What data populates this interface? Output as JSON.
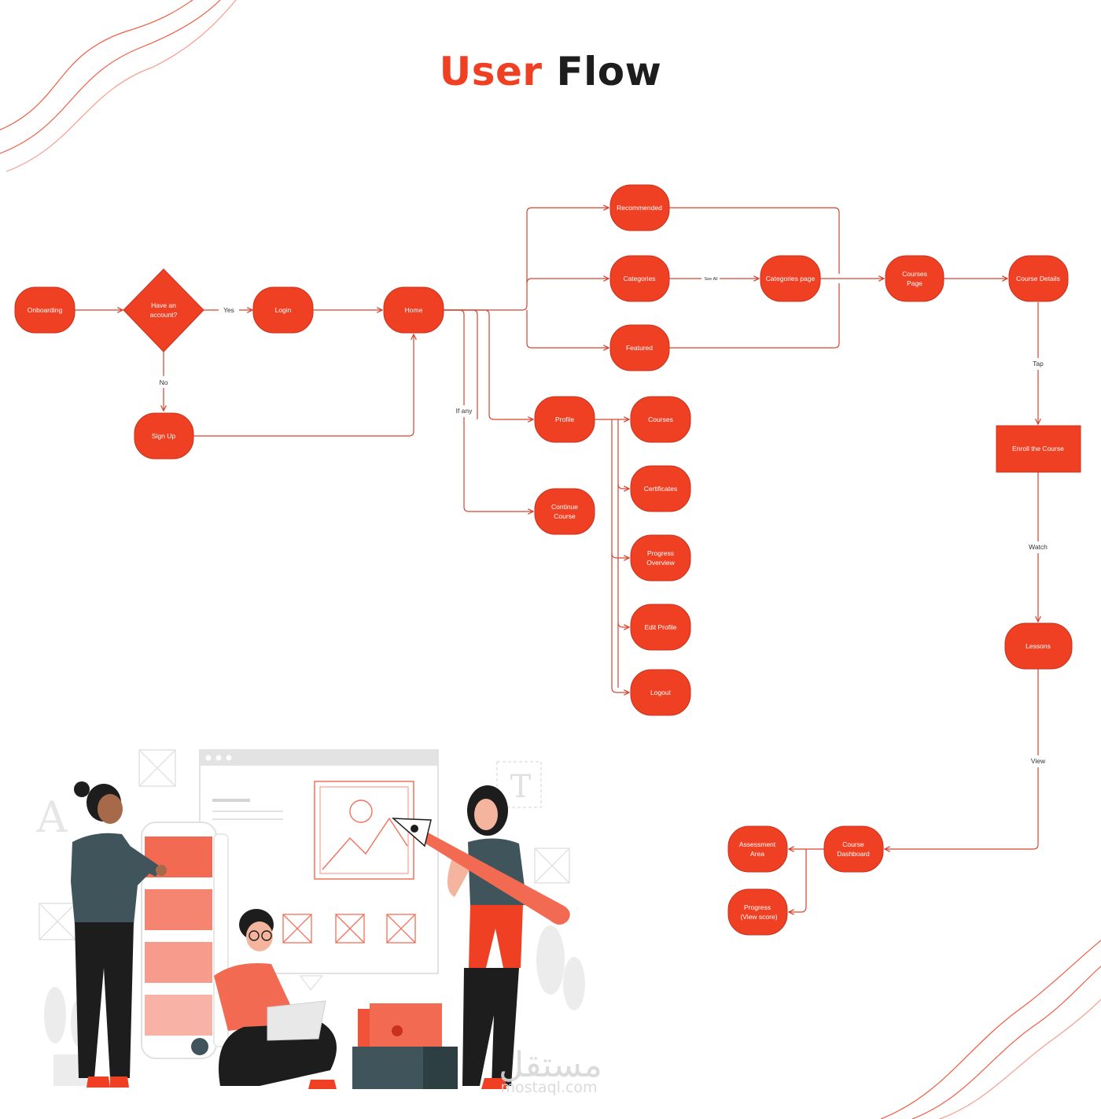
{
  "title": {
    "word1": "User",
    "word2": "Flow"
  },
  "colors": {
    "accent": "#f04023",
    "line": "#d64430",
    "dark": "#1d1d1d",
    "slate": "#3f555b"
  },
  "nodes": {
    "onboarding": "Onboarding",
    "have_account": [
      "Have an",
      "account?"
    ],
    "login": "Login",
    "home": "Home",
    "sign_up": "Sign Up",
    "recommended": "Recommended",
    "categories": "Categories",
    "featured": "Featured",
    "categories_page": "Categories page",
    "courses_page": [
      "Courses",
      "Page"
    ],
    "course_details": "Course Details",
    "enroll": "Enroll the Course",
    "lessons": "Lessons",
    "course_dashboard": [
      "Course",
      "Dashboard"
    ],
    "assessment_area": [
      "Assessment",
      "Area"
    ],
    "progress_score": [
      "Progress",
      "(View score)"
    ],
    "profile": "Profile",
    "continue_course": [
      "Continue",
      "Course"
    ],
    "courses": "Courses",
    "certificates": "Certificates",
    "progress_overview": [
      "Progress",
      "Overview"
    ],
    "edit_profile": "Edit Profile",
    "logout": "Logout"
  },
  "edge_labels": {
    "yes": "Yes",
    "no": "No",
    "see_all": "See All",
    "if_any": "If any",
    "tap": "Tap",
    "watch": "Watch",
    "view": "View"
  },
  "illustration": {
    "letter_a": "A",
    "letter_t": "T"
  },
  "watermark": {
    "arabic": "مستقل",
    "latin": "mostaql.com"
  }
}
